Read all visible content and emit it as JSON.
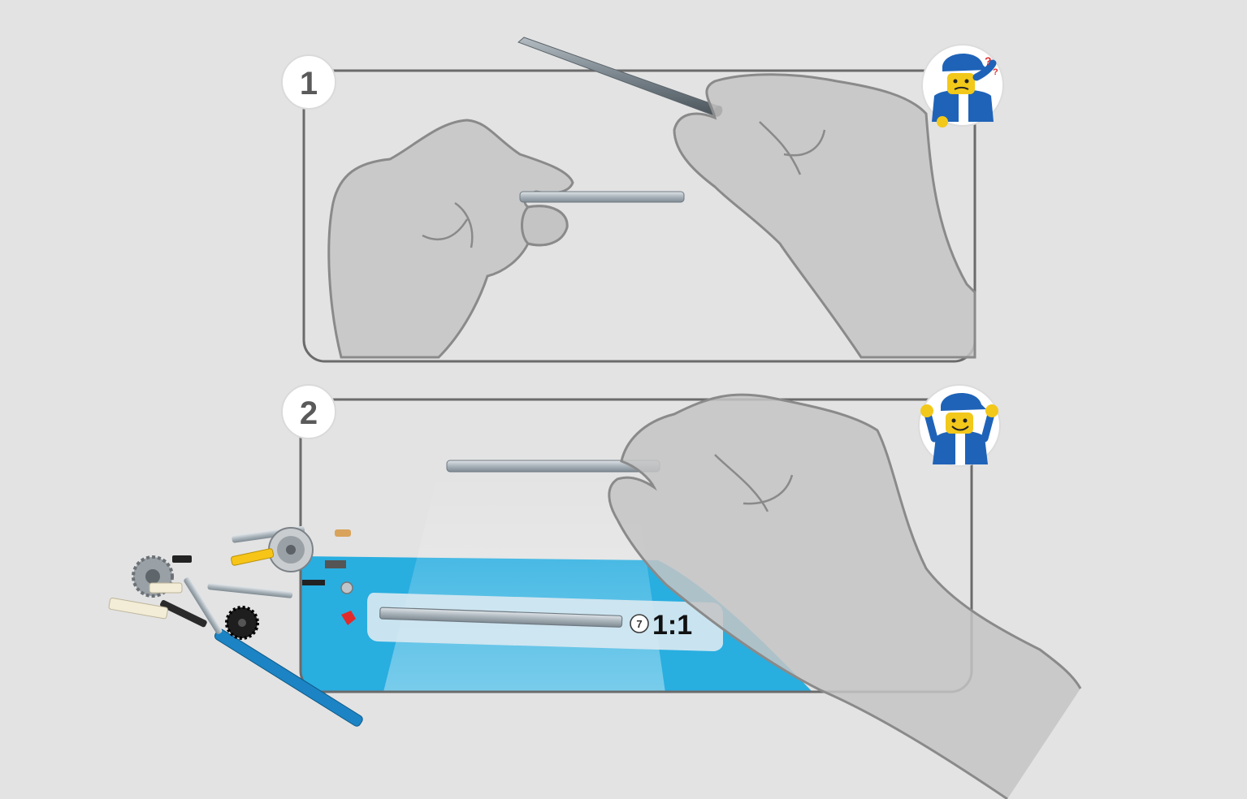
{
  "steps": [
    {
      "number": "1",
      "hint_icon": "confused-minifigure-icon"
    },
    {
      "number": "2",
      "hint_icon": "happy-minifigure-icon"
    }
  ],
  "callout": {
    "ratio": "1:1",
    "length_number": "7"
  },
  "colors": {
    "background": "#e3e3e3",
    "frame": "#6b6b6b",
    "hand_fill": "#c4c4c4",
    "hand_outline": "#8a8a8a",
    "mat_blue": "#29aee0",
    "axle_grey": "#9ca6ad",
    "minifig_blue": "#1f63b8",
    "minifig_yellow": "#f2c81a"
  }
}
